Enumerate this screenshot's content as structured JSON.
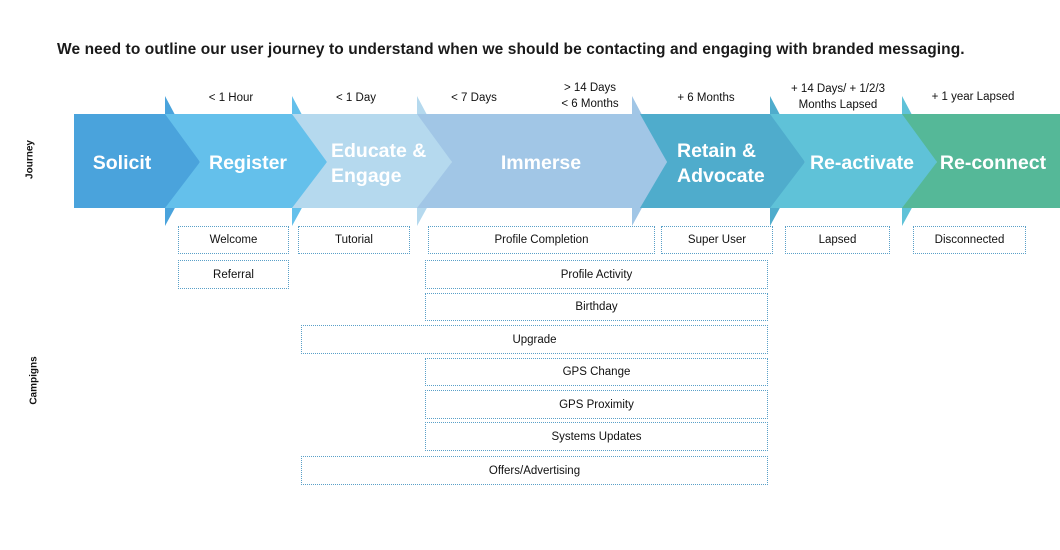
{
  "heading": "We need to outline our user journey to understand when we should be contacting and engaging with branded messaging.",
  "side_labels": {
    "journey": "Journey",
    "campaigns": "Campigns"
  },
  "colors": {
    "solicit": "#4aa3dc",
    "register": "#64c0eb",
    "educate": "#b5d9ee",
    "immerse": "#a1c6e6",
    "retain": "#4faccc",
    "reactivate": "#5fc2d8",
    "reconnect": "#55b898",
    "campaign_border": "#5aa0c8"
  },
  "stages": [
    {
      "name": "Solicit",
      "lines": [
        "Solicit"
      ],
      "timing": []
    },
    {
      "name": "Register",
      "lines": [
        "Register"
      ],
      "timing": [
        "< 1 Hour"
      ]
    },
    {
      "name": "Educate & Engage",
      "lines": [
        "Educate &",
        "Engage"
      ],
      "timing": [
        "< 1 Day"
      ]
    },
    {
      "name": "Immerse",
      "lines": [
        "Immerse"
      ],
      "timing": [
        "< 7 Days"
      ]
    },
    {
      "name": "Immerse-late",
      "lines": [],
      "timing": [
        "> 14 Days",
        "< 6 Months"
      ]
    },
    {
      "name": "Retain & Advocate",
      "lines": [
        "Retain &",
        "Advocate"
      ],
      "timing": [
        "+ 6 Months"
      ]
    },
    {
      "name": "Re-activate",
      "lines": [
        "Re-activate"
      ],
      "timing": [
        "+ 14 Days/ + 1/2/3",
        "Months Lapsed"
      ]
    },
    {
      "name": "Re-connect",
      "lines": [
        "Re-connect"
      ],
      "timing": [
        "+ 1 year Lapsed"
      ]
    }
  ],
  "campaigns": {
    "welcome": "Welcome",
    "referral": "Referral",
    "tutorial": "Tutorial",
    "profile_completion": "Profile Completion",
    "super_user": "Super User",
    "lapsed": "Lapsed",
    "disconnected": "Disconnected",
    "profile_activity": "Profile Activity",
    "birthday": "Birthday",
    "upgrade": "Upgrade",
    "gps_change": "GPS Change",
    "gps_proximity": "GPS Proximity",
    "systems_updates": "Systems Updates",
    "offers_advertising": "Offers/Advertising"
  }
}
